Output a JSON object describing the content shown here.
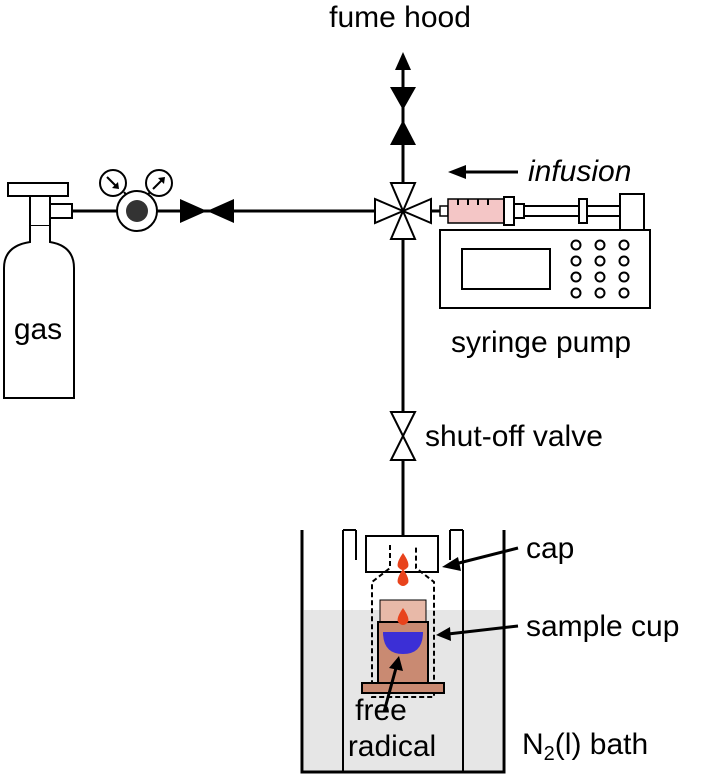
{
  "labels": {
    "fume_hood": "fume hood",
    "infusion": "infusion",
    "gas": "gas",
    "syringe_pump": "syringe pump",
    "shutoff_valve": "shut-off valve",
    "cap": "cap",
    "sample_cup": "sample cup",
    "free": "free",
    "radical": "radical",
    "bath_n2": "N",
    "bath_sub": "2",
    "bath_rest": "(l) bath"
  },
  "colors": {
    "line": "#000000",
    "bath_fill": "#e6e6e6",
    "syringe_liquid": "#f4c6c6",
    "cup_body": "#c98a72",
    "cup_light": "#e8b9a8",
    "droplet": "#e8431c",
    "radical_fill": "#3b2fd6",
    "gauge_dark": "#333333"
  }
}
